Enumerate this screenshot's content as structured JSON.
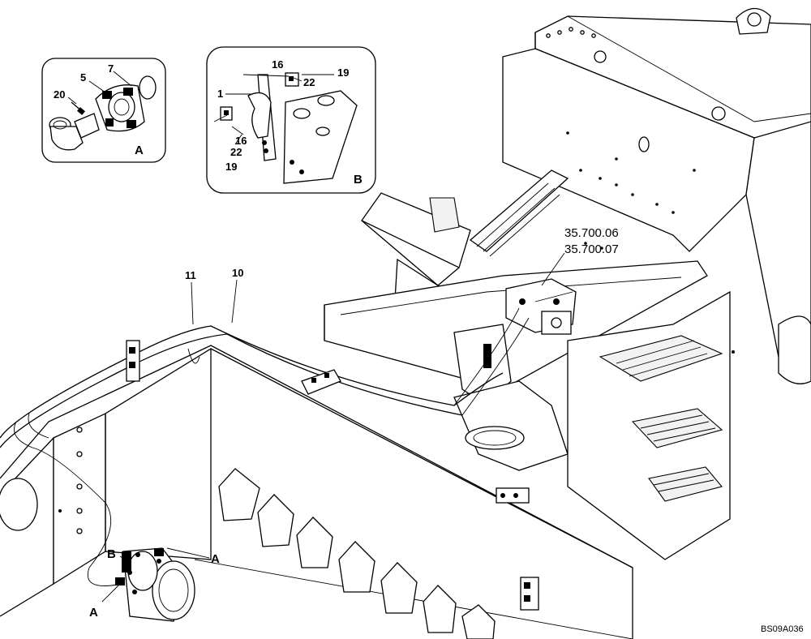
{
  "diagram": {
    "drawing_code": "BS09A036",
    "detail_a": {
      "letter": "A",
      "callouts": {
        "c20": "20",
        "c5": "5",
        "c7": "7"
      }
    },
    "detail_b": {
      "letter": "B",
      "callouts": {
        "c16a": "16",
        "c19a": "19",
        "c22a": "22",
        "c1": "1",
        "c16b": "16",
        "c22b": "22",
        "c19b": "19"
      }
    },
    "main": {
      "callouts": {
        "c11": "11",
        "c10": "10"
      },
      "refs": {
        "r1": "35.700.06",
        "r2": "35.700.07"
      },
      "markers": {
        "b": "B",
        "a1": "A",
        "a2": "A"
      }
    }
  }
}
